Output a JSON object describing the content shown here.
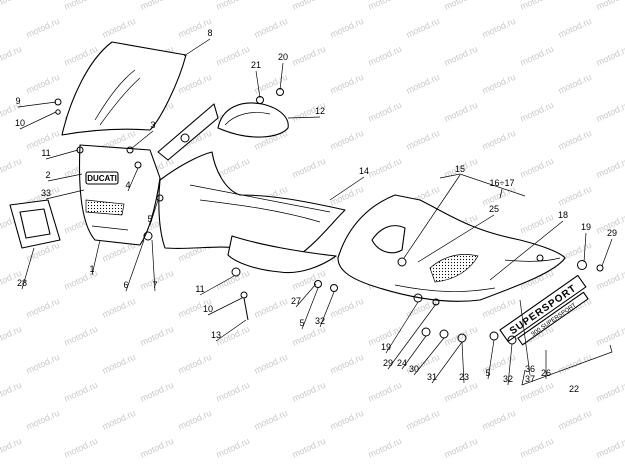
{
  "watermark": "motod.ru",
  "decals": {
    "brand": "DUCATI",
    "model": "SUPERSPORT",
    "model_sub": "900 SUPERSPORT"
  },
  "callouts": [
    {
      "id": "8",
      "label": "8"
    },
    {
      "id": "20",
      "label": "20"
    },
    {
      "id": "21",
      "label": "21"
    },
    {
      "id": "9",
      "label": "9"
    },
    {
      "id": "10a",
      "label": "10"
    },
    {
      "id": "12",
      "label": "12"
    },
    {
      "id": "3",
      "label": "3"
    },
    {
      "id": "11a",
      "label": "11"
    },
    {
      "id": "14",
      "label": "14"
    },
    {
      "id": "15",
      "label": "15"
    },
    {
      "id": "16-17",
      "label": "16÷17"
    },
    {
      "id": "2",
      "label": "2"
    },
    {
      "id": "4",
      "label": "4"
    },
    {
      "id": "33",
      "label": "33"
    },
    {
      "id": "25",
      "label": "25"
    },
    {
      "id": "18",
      "label": "18"
    },
    {
      "id": "5a",
      "label": "5"
    },
    {
      "id": "19a",
      "label": "19"
    },
    {
      "id": "29a",
      "label": "29"
    },
    {
      "id": "28",
      "label": "28"
    },
    {
      "id": "1",
      "label": "1"
    },
    {
      "id": "6",
      "label": "6"
    },
    {
      "id": "7",
      "label": "7"
    },
    {
      "id": "11b",
      "label": "11"
    },
    {
      "id": "27",
      "label": "27"
    },
    {
      "id": "10b",
      "label": "10"
    },
    {
      "id": "5b",
      "label": "5"
    },
    {
      "id": "32a",
      "label": "32"
    },
    {
      "id": "13",
      "label": "13"
    },
    {
      "id": "19b",
      "label": "19"
    },
    {
      "id": "29b",
      "label": "29"
    },
    {
      "id": "24",
      "label": "24"
    },
    {
      "id": "30",
      "label": "30"
    },
    {
      "id": "31",
      "label": "31"
    },
    {
      "id": "23",
      "label": "23"
    },
    {
      "id": "5c",
      "label": "5"
    },
    {
      "id": "32b",
      "label": "32"
    },
    {
      "id": "36",
      "label": "36"
    },
    {
      "id": "37",
      "label": "37"
    },
    {
      "id": "26",
      "label": "26"
    },
    {
      "id": "22",
      "label": "22"
    }
  ]
}
